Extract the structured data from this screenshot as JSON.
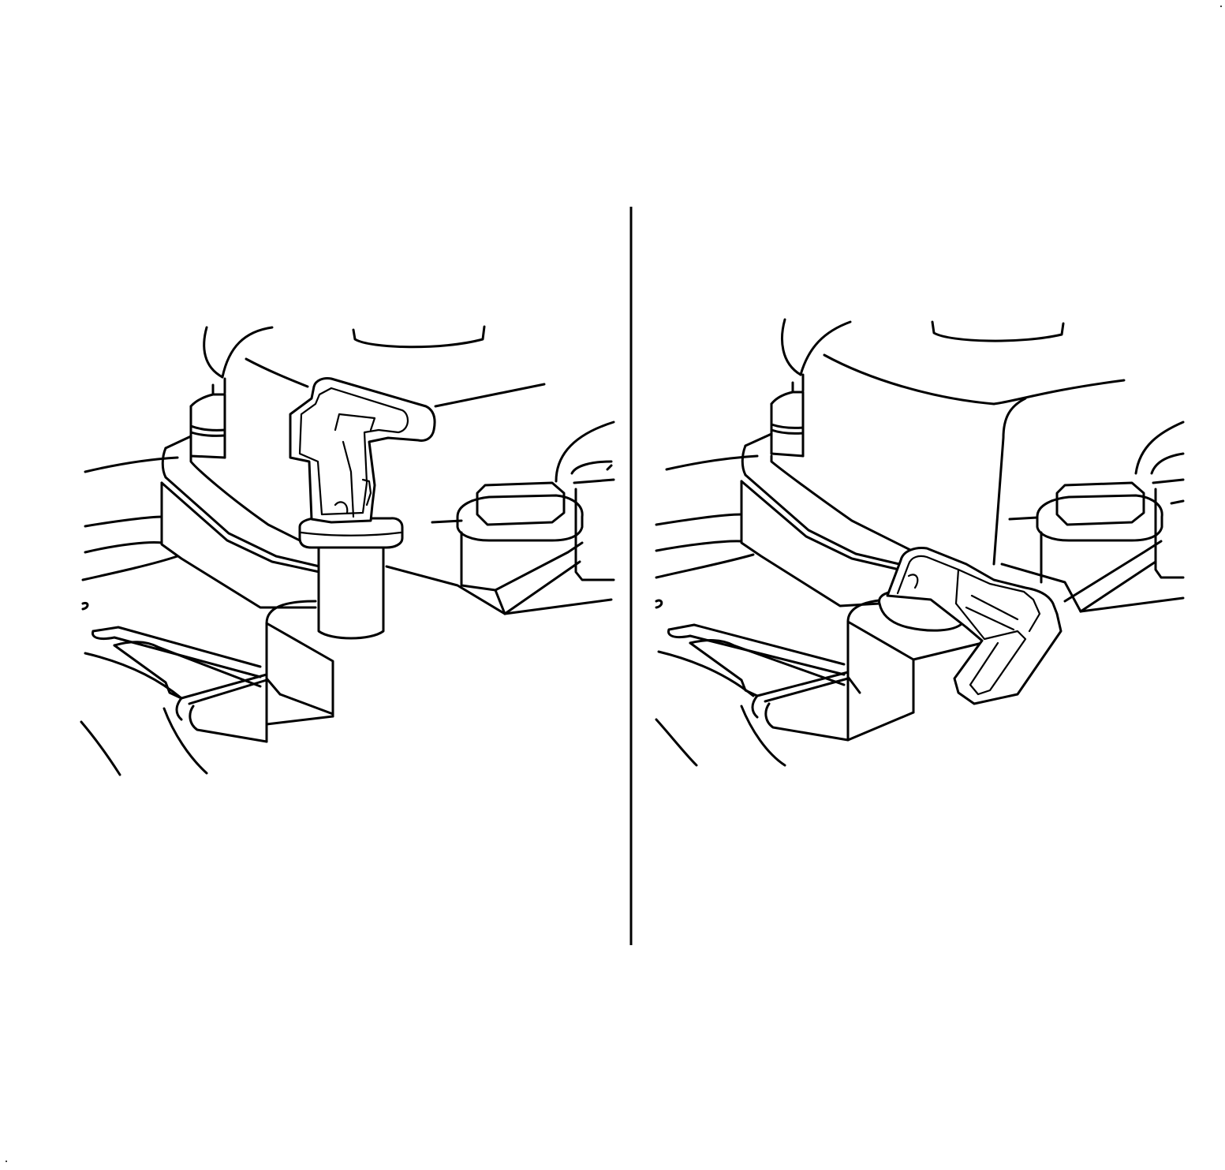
{
  "figure": {
    "panels": [
      {
        "id": "left",
        "clip_state": "raised"
      },
      {
        "id": "right",
        "clip_state": "lowered"
      }
    ],
    "colors": {
      "ink": "#000000",
      "background": "#ffffff"
    }
  }
}
